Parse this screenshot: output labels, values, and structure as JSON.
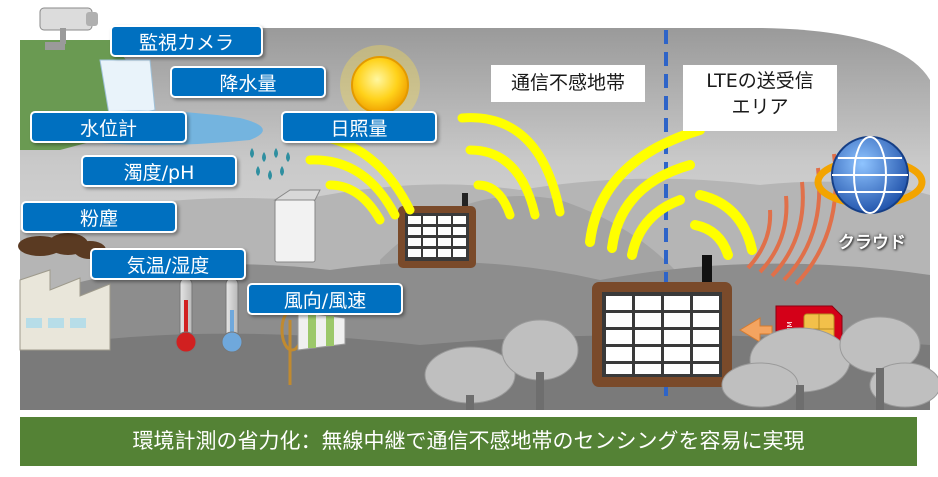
{
  "sensor_labels": {
    "camera": "監視カメラ",
    "rainfall": "降水量",
    "water_level": "水位計",
    "sunlight": "日照量",
    "turbidity": "濁度/pH",
    "dust": "粉塵",
    "temp_humidity": "気温/湿度",
    "wind": "風向/風速"
  },
  "zone_labels": {
    "no_signal": "通信不感地帯",
    "lte_line1": "LTEの送受信",
    "lte_line2": "エリア"
  },
  "cloud_label": "クラウド",
  "sim_label": "SIM",
  "banner_text": "環境計測の省力化：無線中継で通信不感地帯のセンシングを容易に実現",
  "colors": {
    "label_blue": "#0070c0",
    "signal_yellow": "#ffff00",
    "lte_signal": "#e0704a",
    "banner_green": "#548235",
    "boundary_line": "#2e64c8"
  }
}
